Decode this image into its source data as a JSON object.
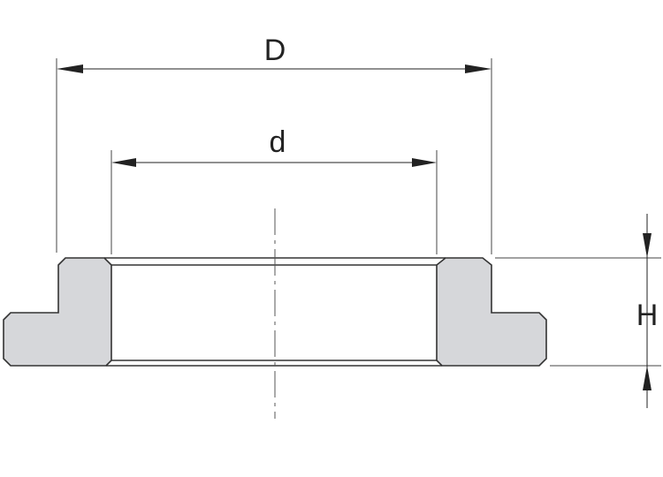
{
  "labels": {
    "outer_diameter": "D",
    "inner_diameter": "d",
    "height": "H"
  },
  "colors": {
    "section_fill": "#d6d7da",
    "outline": "#333333",
    "dimension_line": "#222222",
    "centerline": "#555555"
  }
}
